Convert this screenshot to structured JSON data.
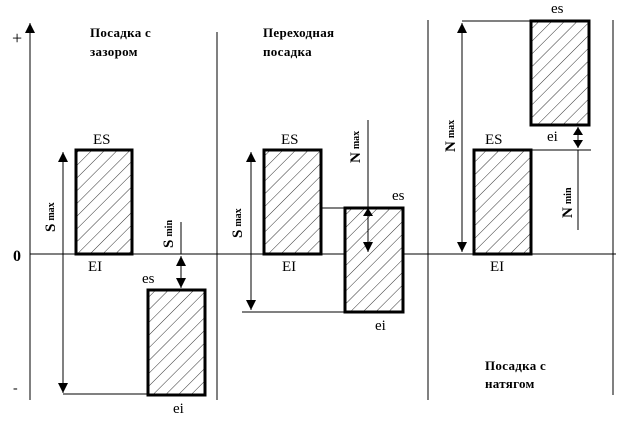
{
  "axis": {
    "plus": "+",
    "zero": "0",
    "minus": "-"
  },
  "panels": [
    {
      "id": "clearance",
      "title_line1": "Посадка с",
      "title_line2": "зазором",
      "hole_upper": "ES",
      "hole_lower": "EI",
      "shaft_upper": "es",
      "shaft_lower": "ei",
      "dims": [
        {
          "main": "S",
          "sub": "max"
        },
        {
          "main": "S",
          "sub": "min"
        }
      ]
    },
    {
      "id": "transition",
      "title_line1": "Переходная",
      "title_line2": "посадка",
      "hole_upper": "ES",
      "hole_lower": "EI",
      "shaft_upper": "es",
      "shaft_lower": "ei",
      "dims": [
        {
          "main": "S",
          "sub": "max"
        },
        {
          "main": "N",
          "sub": "max"
        }
      ]
    },
    {
      "id": "interference",
      "title_line1": "Посадка с",
      "title_line2": "натягом",
      "hole_upper": "ES",
      "hole_lower": "EI",
      "shaft_upper": "es",
      "shaft_lower": "ei",
      "dims": [
        {
          "main": "N",
          "sub": "max"
        },
        {
          "main": "N",
          "sub": "min"
        }
      ]
    }
  ]
}
